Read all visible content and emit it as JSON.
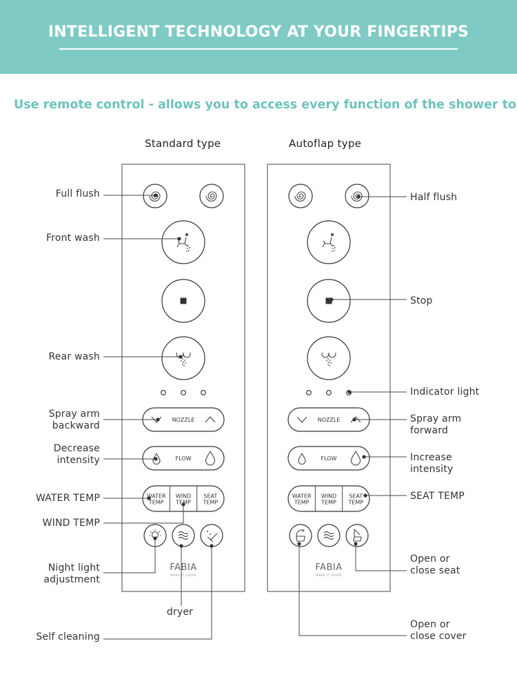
{
  "banner": {
    "title": "INTELLIGENT TECHNOLOGY AT YOUR FINGERTIPS",
    "color": "#7fcac4"
  },
  "subtitle": "Use remote control - allows you to access every function of the shower toilet",
  "accent_color": "#6ec3bd",
  "remotes": {
    "standard": {
      "heading": "Standard type"
    },
    "autoflap": {
      "heading": "Autoflap  type"
    }
  },
  "buttons": {
    "nozzle": "NOZZLE",
    "flow": "FLOW",
    "water_temp": [
      "WATER",
      "TEMP"
    ],
    "wind_temp": [
      "WIND",
      "TEMP"
    ],
    "seat_temp": [
      "SEAT",
      "TEMP"
    ]
  },
  "brand": {
    "logo": "FABIA",
    "slogan": "MAKE IT GOOD"
  },
  "icons": [
    "flush-swirl-icon",
    "front-wash-icon",
    "stop-icon",
    "rear-wash-icon",
    "chevron-down-icon",
    "chevron-up-icon",
    "drop-icon",
    "night-light-icon",
    "dryer-icon",
    "self-cleaning-icon",
    "cover-icon",
    "seat-icon"
  ],
  "callouts": {
    "full_flush": [
      "Full flush"
    ],
    "front_wash": [
      "Front wash"
    ],
    "rear_wash": [
      "Rear wash"
    ],
    "spray_back": [
      "Spray arm",
      "backward"
    ],
    "decrease": [
      "Decrease",
      "intensity"
    ],
    "water_temp": [
      "WATER TEMP"
    ],
    "wind_temp": [
      "WIND TEMP"
    ],
    "night_light": [
      "Night light",
      "adjustment"
    ],
    "dryer": [
      "dryer"
    ],
    "self_cleaning": [
      "Self cleaning"
    ],
    "half_flush": [
      "Half flush"
    ],
    "stop": [
      "Stop"
    ],
    "indicator": [
      "Indicator light"
    ],
    "spray_fwd": [
      "Spray arm",
      "forward"
    ],
    "increase": [
      "Increase",
      "intensity"
    ],
    "seat_temp": [
      "SEAT TEMP"
    ],
    "seat": [
      "Open or",
      "close seat"
    ],
    "cover": [
      "Open or",
      "close cover"
    ]
  }
}
